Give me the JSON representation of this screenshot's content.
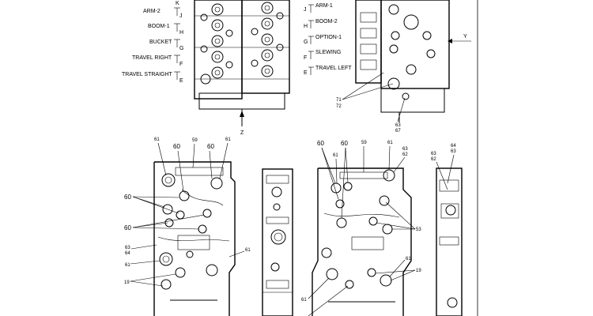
{
  "top": {
    "labels_left": {
      "k": "K",
      "arm2": "ARM-2",
      "j": "J",
      "boom1": "BOOM-1",
      "h": "H",
      "bucket": "BUCKET",
      "g": "G",
      "travel_right": "TRAVEL RIGHT",
      "f": "F",
      "travel_straight": "TRAVEL STRAIGHT",
      "e": "E"
    },
    "labels_right": {
      "j": "J",
      "arm1": "ARM-1",
      "h": "H",
      "boom2": "BOOM-2",
      "g": "G",
      "option1": "OPTION-1",
      "f": "F",
      "slewing": "SLEWING",
      "e": "E",
      "travel_left": "TRAVEL LEFT"
    },
    "z": "Z",
    "y": "Y",
    "n71": "71",
    "n72": "72",
    "n63": "63",
    "n67": "67"
  },
  "left_view": {
    "n61a": "61",
    "n60a": "60",
    "n59": "59",
    "n60b": "60",
    "n61b": "61",
    "n60c": "60",
    "n60d": "60",
    "n63": "63",
    "n64": "64",
    "n61c": "61",
    "n61d": "61",
    "n19": "19"
  },
  "right_view": {
    "n60a": "60",
    "n60b": "60",
    "n61a": "61",
    "n59": "59",
    "n61b": "61",
    "n63": "63",
    "n62": "62",
    "n53": "53",
    "n61c": "61",
    "n19": "19",
    "n61d": "61"
  },
  "side_view": {
    "n63": "63",
    "n62": "62",
    "n64": "64",
    "n63b": "63"
  }
}
